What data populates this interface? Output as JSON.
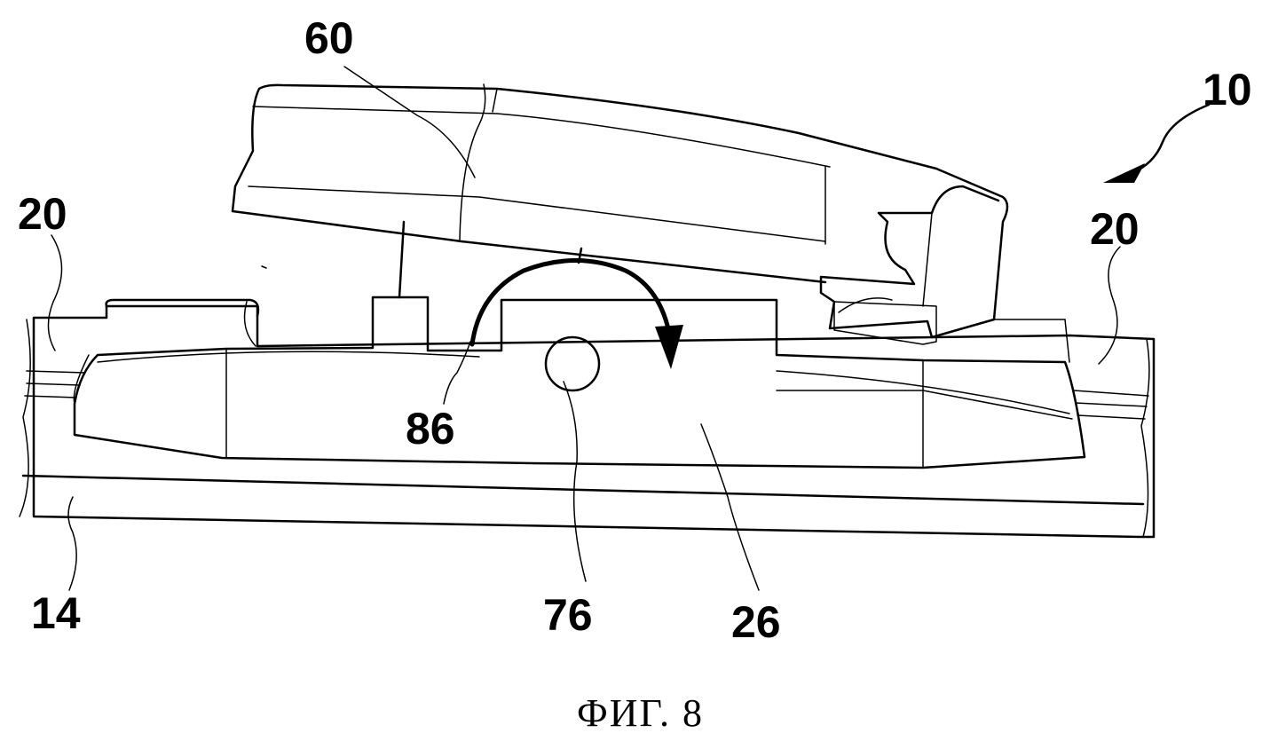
{
  "figure": {
    "caption": "ФИГ. 8",
    "labels": {
      "ref_10": "10",
      "ref_60": "60",
      "ref_20_left": "20",
      "ref_20_right": "20",
      "ref_86": "86",
      "ref_76": "76",
      "ref_26": "26",
      "ref_14": "14"
    }
  }
}
